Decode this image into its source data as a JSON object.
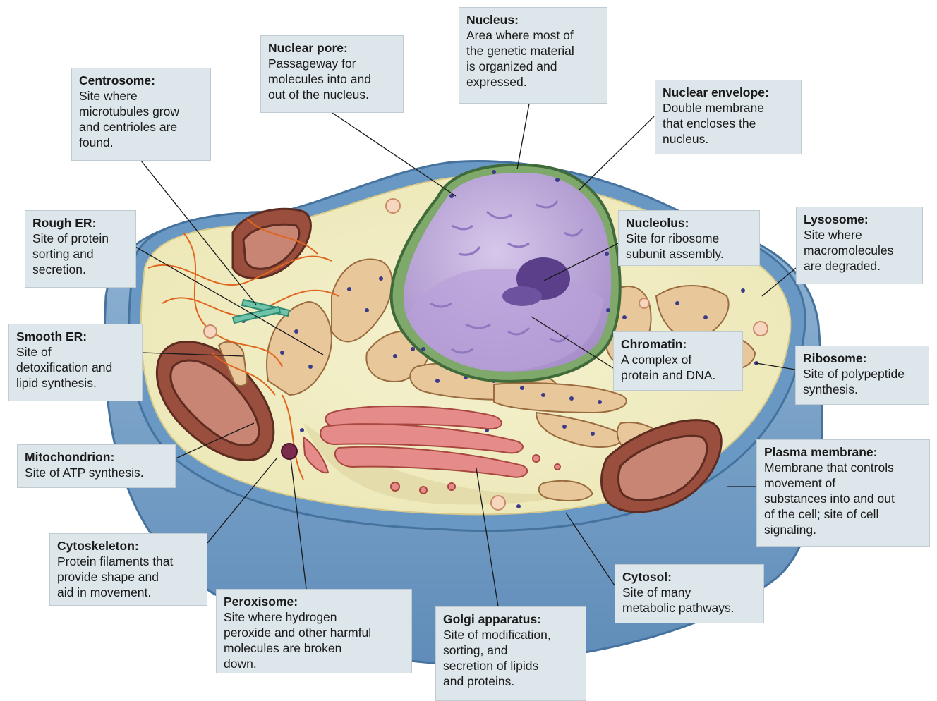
{
  "figure": {
    "callouts": [
      {
        "key": "nuclear-pore",
        "title": "Nuclear pore:",
        "text": "Passageway for\nmolecules into and\nout of the nucleus."
      },
      {
        "key": "nucleus",
        "title": "Nucleus:",
        "text": "Area where most of\nthe genetic material\nis organized and\nexpressed."
      },
      {
        "key": "centrosome",
        "title": "Centrosome:",
        "text": "Site where\nmicrotubules grow\nand centrioles are\nfound."
      },
      {
        "key": "nuclear-envelope",
        "title": "Nuclear envelope:",
        "text": "Double membrane\nthat encloses the\nnucleus."
      },
      {
        "key": "rough-er",
        "title": "Rough ER:",
        "text": "Site of protein\nsorting and\nsecretion."
      },
      {
        "key": "nucleolus",
        "title": "Nucleolus:",
        "text": "Site for ribosome\nsubunit assembly."
      },
      {
        "key": "lysosome",
        "title": "Lysosome:",
        "text": "Site where\nmacromolecules\nare degraded."
      },
      {
        "key": "smooth-er",
        "title": "Smooth ER:",
        "text": "Site of\ndetoxification and\nlipid synthesis."
      },
      {
        "key": "chromatin",
        "title": "Chromatin:",
        "text": "A complex of\nprotein and DNA."
      },
      {
        "key": "ribosome",
        "title": "Ribosome:",
        "text": "Site of polypeptide\nsynthesis."
      },
      {
        "key": "mitochondrion",
        "title": "Mitochondrion:",
        "text": "Site of ATP synthesis."
      },
      {
        "key": "plasma-membrane",
        "title": "Plasma membrane:",
        "text": "Membrane that controls\nmovement of\nsubstances into and out\nof the cell; site of cell\nsignaling."
      },
      {
        "key": "cytoskeleton",
        "title": "Cytoskeleton:",
        "text": "Protein filaments that\nprovide shape and\naid in movement."
      },
      {
        "key": "cytosol",
        "title": "Cytosol:",
        "text": "Site of many\nmetabolic pathways."
      },
      {
        "key": "peroxisome",
        "title": "Peroxisome:",
        "text": "Site where hydrogen\nperoxide and other harmful\nmolecules are broken\ndown."
      },
      {
        "key": "golgi-apparatus",
        "title": "Golgi apparatus:",
        "text": "Site of modification,\nsorting, and\nsecretion of lipids\nand proteins."
      }
    ]
  }
}
